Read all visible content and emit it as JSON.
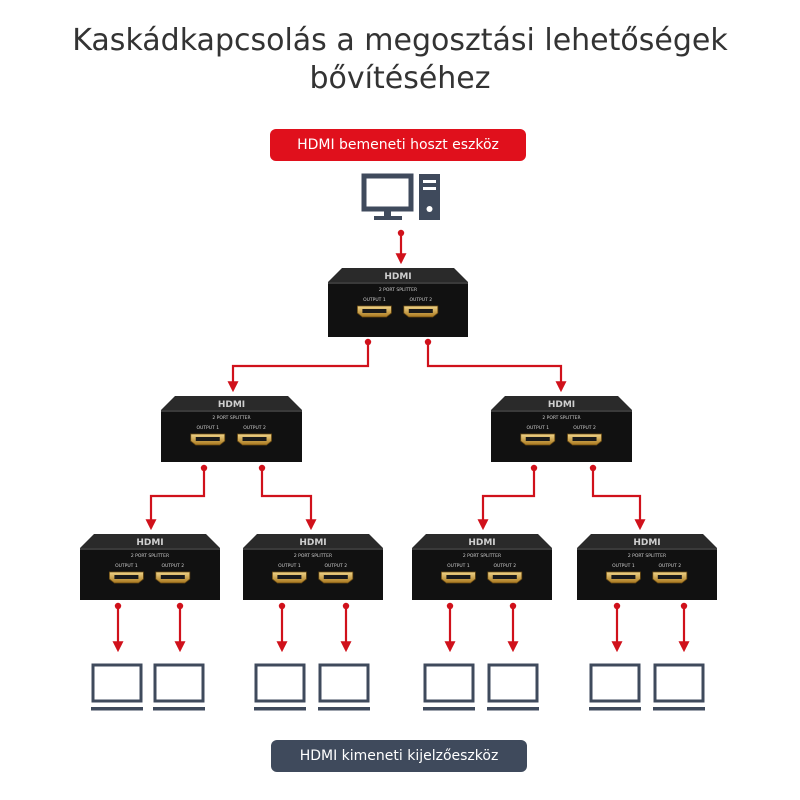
{
  "title": "Kaskádkapcsolás a megosztási lehetőségek bővítéséhez",
  "input_label": "HDMI bemeneti hoszt eszköz",
  "output_label": "HDMI kimeneti kijelzőeszköz",
  "splitter": {
    "brand": "HDMI",
    "subtitle": "2 PORT SPLITTER",
    "port1": "OUTPUT 1",
    "port2": "OUTPUT 2"
  },
  "colors": {
    "arrow": "#d0111b",
    "input_badge": "#e0101c",
    "output_badge": "#3f4a5c",
    "device_body": "#111111",
    "icon": "#3f4a5c"
  },
  "icons": {
    "source": "computer-icon",
    "display": "monitor-icon"
  }
}
